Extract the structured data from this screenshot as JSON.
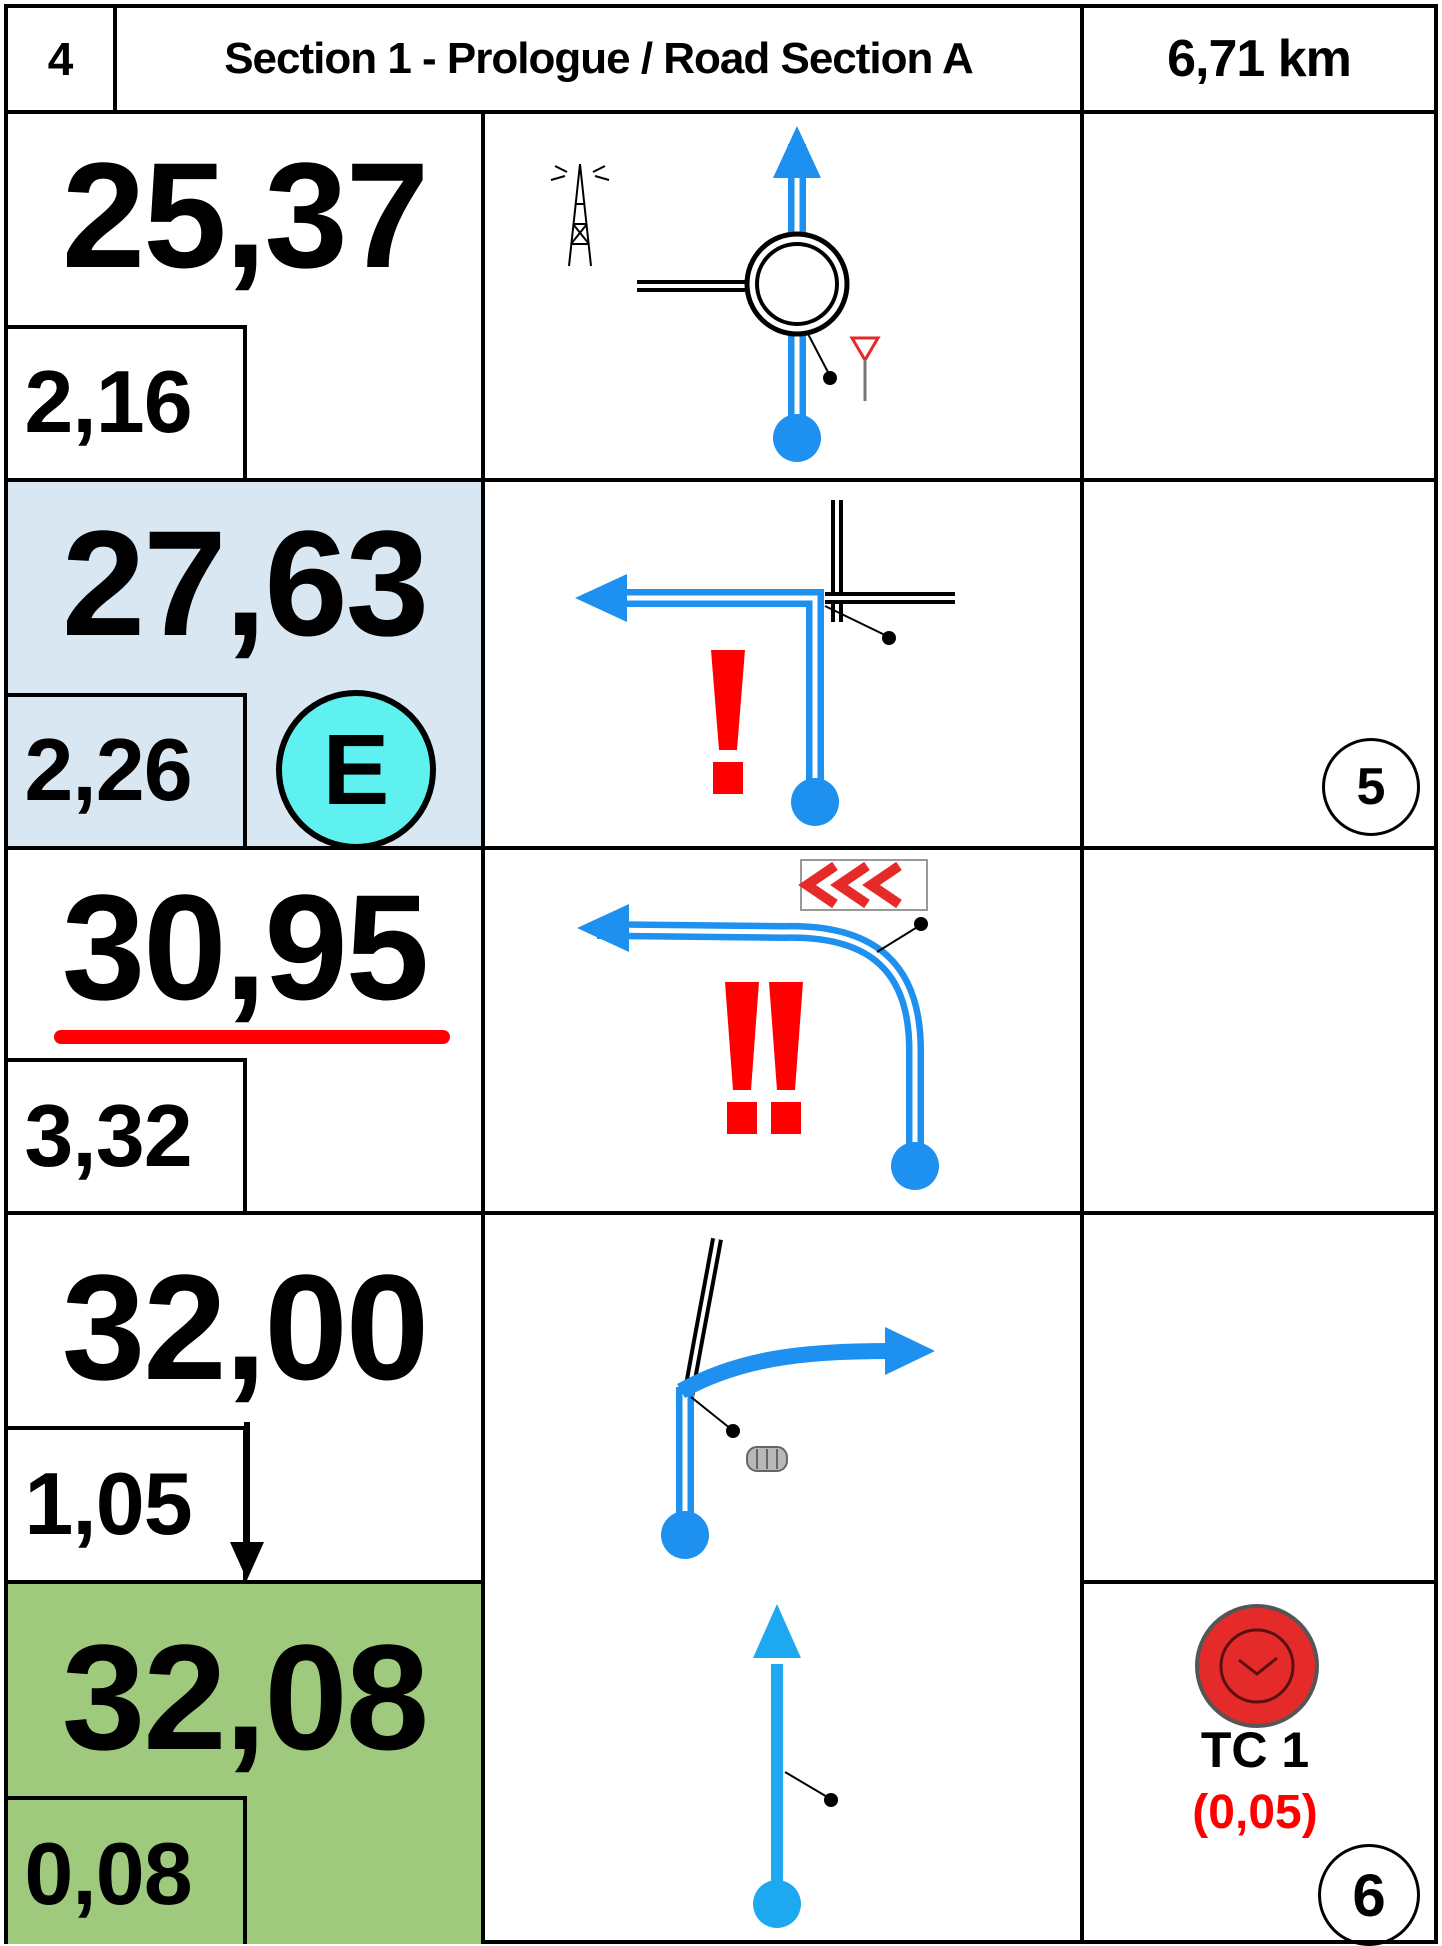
{
  "header": {
    "page_number": "4",
    "title": "Section 1 - Prologue / Road Section A",
    "distance": "6,71 km"
  },
  "rows": [
    {
      "total": "25,37",
      "partial": "2,16"
    },
    {
      "total": "27,63",
      "partial": "2,26",
      "badge": "E"
    },
    {
      "total": "30,95",
      "partial": "3,32"
    },
    {
      "total": "32,00",
      "partial": "1,05"
    },
    {
      "total": "32,08",
      "partial": "0,08"
    }
  ],
  "notes": {
    "row2_circle": "5",
    "tc_label": "TC 1",
    "tc_time": "(0,05)",
    "row5_circle": "6"
  },
  "colors": {
    "route_blue": "#1e90ef",
    "light_blue_bg": "#d9e7f3",
    "green_bg": "#9fca7e",
    "cyan_badge": "#5ff1f0",
    "danger_red": "#ff0000",
    "tc_red": "#e52a2a"
  }
}
